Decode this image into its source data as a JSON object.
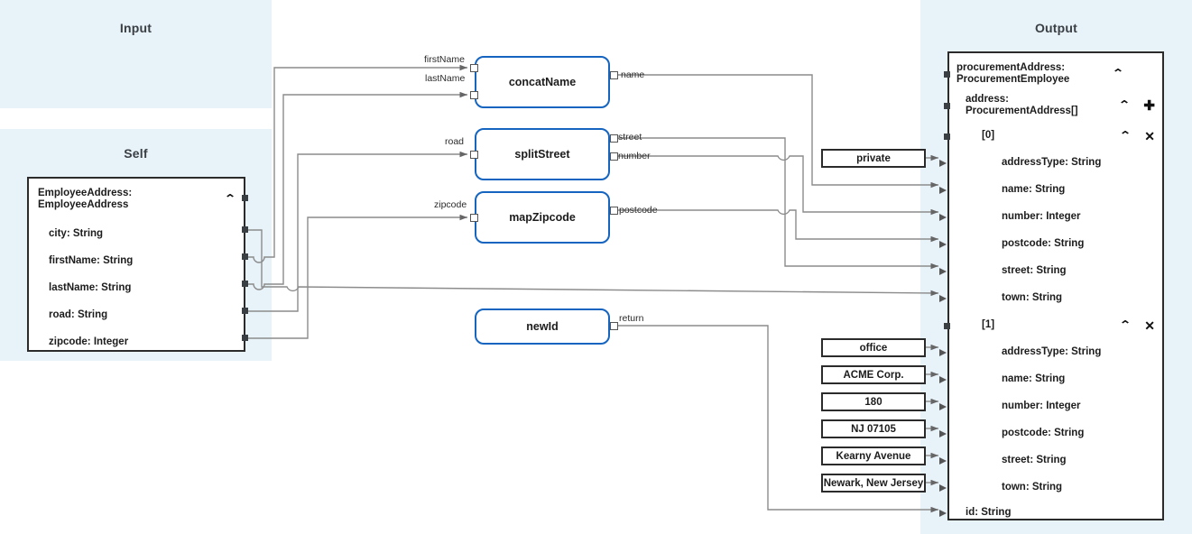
{
  "panels": {
    "input": {
      "title": "Input"
    },
    "self": {
      "title": "Self"
    },
    "output": {
      "title": "Output"
    }
  },
  "colors": {
    "panel_bg": "#e8f2f9",
    "canvas_bg": "#ffffff",
    "node_border": "#2b2b2b",
    "function_border": "#1565c0",
    "wire": "#888888",
    "text": "#1c1c1c"
  },
  "self_node": {
    "header": "EmployeeAddress:\nEmployeeAddress",
    "collapse_icon": "⌃",
    "fields": [
      {
        "label": "city: String"
      },
      {
        "label": "firstName: String"
      },
      {
        "label": "lastName: String"
      },
      {
        "label": "road: String"
      },
      {
        "label": "zipcode: Integer"
      }
    ]
  },
  "functions": [
    {
      "name": "concatName",
      "inputs": [
        {
          "label": "firstName"
        },
        {
          "label": "lastName"
        }
      ],
      "outputs": [
        {
          "label": "name"
        }
      ]
    },
    {
      "name": "splitStreet",
      "inputs": [
        {
          "label": "road"
        }
      ],
      "outputs": [
        {
          "label": "street"
        },
        {
          "label": "number"
        }
      ]
    },
    {
      "name": "mapZipcode",
      "inputs": [
        {
          "label": "zipcode"
        }
      ],
      "outputs": [
        {
          "label": "postcode"
        }
      ]
    },
    {
      "name": "newId",
      "inputs": [],
      "outputs": [
        {
          "label": "return"
        }
      ]
    }
  ],
  "constants": [
    {
      "value": "private"
    },
    {
      "value": "office"
    },
    {
      "value": "ACME Corp."
    },
    {
      "value": "180"
    },
    {
      "value": "NJ 07105"
    },
    {
      "value": "Kearny Avenue"
    },
    {
      "value": "Newark, New Jersey"
    }
  ],
  "output_node": {
    "rows": [
      {
        "label": "procurementAddress:\nProcurementEmployee",
        "indent": 0,
        "port": "square",
        "chevron": "⌃",
        "plus": "",
        "cross": ""
      },
      {
        "label": "address:\nProcurementAddress[]",
        "indent": 1,
        "port": "square",
        "chevron": "⌃",
        "plus": "✚",
        "cross": ""
      },
      {
        "label": "[0]",
        "indent": 2,
        "port": "square",
        "chevron": "⌃",
        "plus": "",
        "cross": "✕"
      },
      {
        "label": "addressType: String",
        "indent": 3,
        "port": "arrow",
        "chevron": "",
        "plus": "",
        "cross": ""
      },
      {
        "label": "name: String",
        "indent": 3,
        "port": "arrow",
        "chevron": "",
        "plus": "",
        "cross": ""
      },
      {
        "label": "number: Integer",
        "indent": 3,
        "port": "arrow",
        "chevron": "",
        "plus": "",
        "cross": ""
      },
      {
        "label": "postcode: String",
        "indent": 3,
        "port": "arrow",
        "chevron": "",
        "plus": "",
        "cross": ""
      },
      {
        "label": "street: String",
        "indent": 3,
        "port": "arrow",
        "chevron": "",
        "plus": "",
        "cross": ""
      },
      {
        "label": "town: String",
        "indent": 3,
        "port": "arrow",
        "chevron": "",
        "plus": "",
        "cross": ""
      },
      {
        "label": "[1]",
        "indent": 2,
        "port": "square",
        "chevron": "⌃",
        "plus": "",
        "cross": "✕"
      },
      {
        "label": "addressType: String",
        "indent": 3,
        "port": "arrow",
        "chevron": "",
        "plus": "",
        "cross": ""
      },
      {
        "label": "name: String",
        "indent": 3,
        "port": "arrow",
        "chevron": "",
        "plus": "",
        "cross": ""
      },
      {
        "label": "number: Integer",
        "indent": 3,
        "port": "arrow",
        "chevron": "",
        "plus": "",
        "cross": ""
      },
      {
        "label": "postcode: String",
        "indent": 3,
        "port": "arrow",
        "chevron": "",
        "plus": "",
        "cross": ""
      },
      {
        "label": "street: String",
        "indent": 3,
        "port": "arrow",
        "chevron": "",
        "plus": "",
        "cross": ""
      },
      {
        "label": "town: String",
        "indent": 3,
        "port": "arrow",
        "chevron": "",
        "plus": "",
        "cross": ""
      },
      {
        "label": "id: String",
        "indent": 1,
        "port": "arrow",
        "chevron": "",
        "plus": "",
        "cross": ""
      }
    ]
  }
}
